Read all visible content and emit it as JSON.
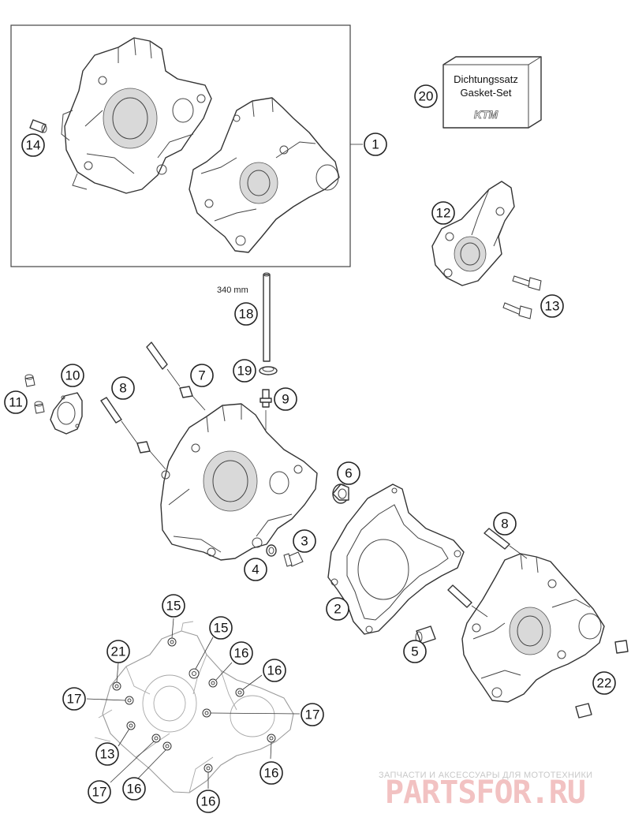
{
  "diagram": {
    "dimension_label": "340 mm",
    "gasket_box": {
      "line1": "Dichtungssatz",
      "line2": "Gasket-Set",
      "brand": "KTM"
    },
    "watermark": {
      "tagline": "ЗАПЧАСТИ И АКСЕССУАРЫ ДЛЯ МОТОТЕХНИКИ",
      "logo_text": "PARTSFOR.RU"
    },
    "callouts": [
      {
        "id": "c1",
        "label": "1"
      },
      {
        "id": "c2",
        "label": "2"
      },
      {
        "id": "c3",
        "label": "3"
      },
      {
        "id": "c4",
        "label": "4"
      },
      {
        "id": "c5",
        "label": "5"
      },
      {
        "id": "c6",
        "label": "6"
      },
      {
        "id": "c7",
        "label": "7"
      },
      {
        "id": "c8a",
        "label": "8"
      },
      {
        "id": "c8b",
        "label": "8"
      },
      {
        "id": "c9",
        "label": "9"
      },
      {
        "id": "c10",
        "label": "10"
      },
      {
        "id": "c11",
        "label": "11"
      },
      {
        "id": "c12",
        "label": "12"
      },
      {
        "id": "c13a",
        "label": "13"
      },
      {
        "id": "c13b",
        "label": "13"
      },
      {
        "id": "c14",
        "label": "14"
      },
      {
        "id": "c15a",
        "label": "15"
      },
      {
        "id": "c15b",
        "label": "15"
      },
      {
        "id": "c16a",
        "label": "16"
      },
      {
        "id": "c16b",
        "label": "16"
      },
      {
        "id": "c16c",
        "label": "16"
      },
      {
        "id": "c16d",
        "label": "16"
      },
      {
        "id": "c16e",
        "label": "16"
      },
      {
        "id": "c17a",
        "label": "17"
      },
      {
        "id": "c17b",
        "label": "17"
      },
      {
        "id": "c17c",
        "label": "17"
      },
      {
        "id": "c18",
        "label": "18"
      },
      {
        "id": "c19",
        "label": "19"
      },
      {
        "id": "c20",
        "label": "20"
      },
      {
        "id": "c21",
        "label": "21"
      },
      {
        "id": "c22",
        "label": "22"
      }
    ]
  }
}
